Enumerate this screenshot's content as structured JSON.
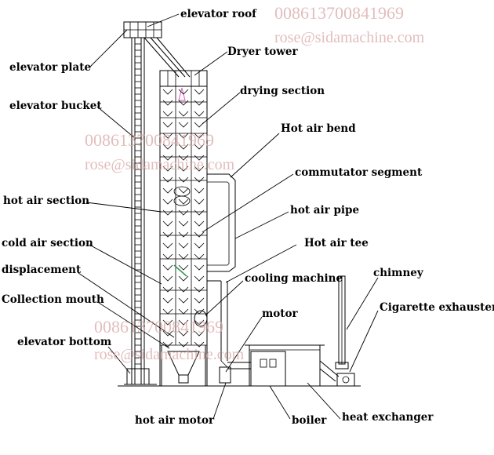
{
  "watermarks": {
    "phone": "008613700841969",
    "email": "rose@sidamachine.com"
  },
  "labels": {
    "elevator_roof": "elevator roof",
    "dryer_tower": "Dryer tower",
    "elevator_plate": "elevator plate",
    "drying_section": "drying section",
    "elevator_bucket": "elevator bucket",
    "hot_air_bend": "Hot air bend",
    "commutator_segment": "commutator segment",
    "hot_air_section": "hot air section",
    "hot_air_pipe": "hot air pipe",
    "cold_air_section": "cold air section",
    "hot_air_tee": "Hot air tee",
    "displacement": "displacement",
    "cooling_machine": "cooling machine",
    "chimney": "chimney",
    "collection_mouth": "Collection mouth",
    "cigarette_exhauster": "Cigarette exhauster",
    "motor": "motor",
    "elevator_bottom": "elevator bottom",
    "hot_air_motor": "hot air motor",
    "boiler": "boiler",
    "heat_exchanger": "heat exchanger"
  },
  "colors": {
    "boiler_fill": "#bfeeee",
    "watermark": "#d9a7a7",
    "accent_pink": "#e070c8",
    "accent_green": "#2a9a4a"
  }
}
